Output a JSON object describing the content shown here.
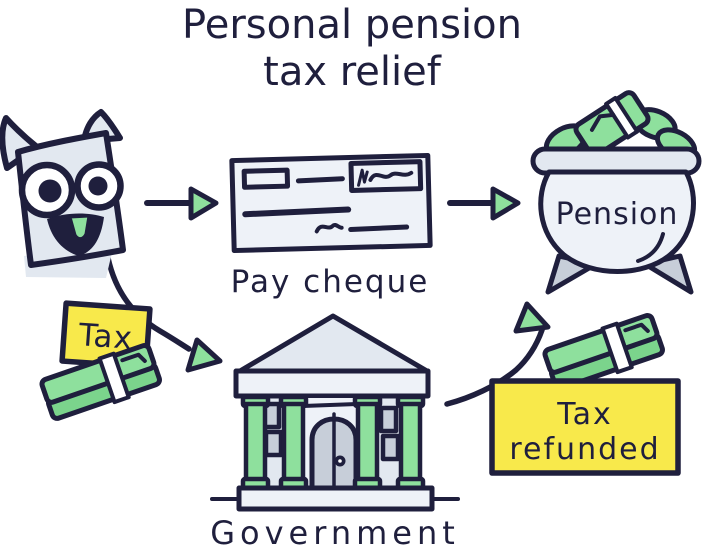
{
  "title": {
    "lines": [
      "Personal pension",
      "tax relief"
    ]
  },
  "palette": {
    "navy": "#1f1f3d",
    "green": "#8ee09d",
    "green_dark": "#7bd48c",
    "yellow": "#f8e94b",
    "pale": "#eef2f8",
    "light": "#e2e8f0",
    "mid": "#c7ced9",
    "white": "#ffffff",
    "background": "#ffffff"
  },
  "nodes": {
    "employee": {
      "icon": "monster-face-icon"
    },
    "pay_cheque": {
      "label": "Pay cheque",
      "icon": "cheque-icon"
    },
    "pension": {
      "label": "Pension",
      "icon": "pension-pot-icon"
    },
    "tax": {
      "label": "Tax",
      "icon": "money-stack-icon"
    },
    "government": {
      "label": "Government",
      "icon": "government-building-icon"
    },
    "tax_refunded": {
      "lines": [
        "Tax",
        "refunded"
      ],
      "icon": "money-stack-icon"
    }
  },
  "arrows": [
    {
      "from": "employee",
      "to": "pay_cheque",
      "shape": "straight-right"
    },
    {
      "from": "pay_cheque",
      "to": "pension",
      "shape": "straight-right"
    },
    {
      "from": "employee",
      "to": "government",
      "shape": "curved-down",
      "via": "tax"
    },
    {
      "from": "government",
      "to": "pension",
      "shape": "curved-up",
      "via": "tax_refunded"
    }
  ]
}
